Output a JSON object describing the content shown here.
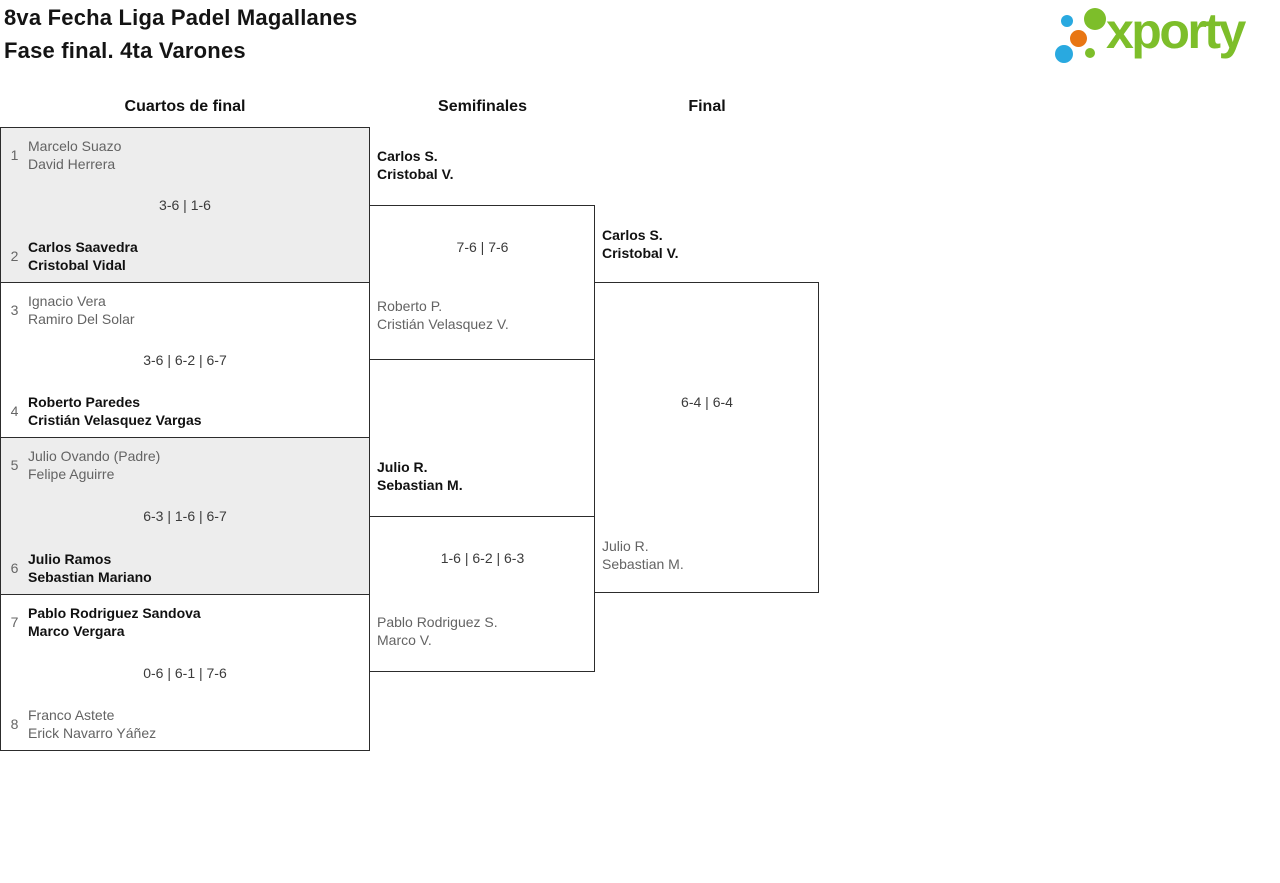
{
  "header": {
    "title_line1": "8va Fecha Liga Padel Magallanes",
    "title_line2": "Fase final. 4ta Varones",
    "logo_text": "xporty"
  },
  "round_headers": [
    "Cuartos de final",
    "Semifinales",
    "Final"
  ],
  "colors": {
    "logo_green": "#7dbe2a",
    "logo_blue": "#29a9e0",
    "logo_orange": "#e87613",
    "box_border": "#2c2c2c",
    "box_alt_background": "#ededed",
    "winner_text": "#111111",
    "loser_text": "#636363",
    "score_text": "#3b3b3b"
  },
  "bracket": {
    "quarterfinals": [
      {
        "seed_top": "1",
        "team_top_line1": "Marcelo Suazo",
        "team_top_line2": "David Herrera",
        "team_top_winner": false,
        "score": "3-6 | 1-6",
        "seed_bottom": "2",
        "team_bottom_line1": "Carlos Saavedra",
        "team_bottom_line2": "Cristobal Vidal",
        "team_bottom_winner": true
      },
      {
        "seed_top": "3",
        "team_top_line1": "Ignacio Vera",
        "team_top_line2": "Ramiro Del Solar",
        "team_top_winner": false,
        "score": "3-6 | 6-2 | 6-7",
        "seed_bottom": "4",
        "team_bottom_line1": "Roberto Paredes",
        "team_bottom_line2": "Cristián Velasquez Vargas",
        "team_bottom_winner": true
      },
      {
        "seed_top": "5",
        "team_top_line1": "Julio Ovando (Padre)",
        "team_top_line2": "Felipe Aguirre",
        "team_top_winner": false,
        "score": "6-3 | 1-6 | 6-7",
        "seed_bottom": "6",
        "team_bottom_line1": "Julio Ramos",
        "team_bottom_line2": "Sebastian Mariano",
        "team_bottom_winner": true
      },
      {
        "seed_top": "7",
        "team_top_line1": "Pablo Rodriguez Sandova",
        "team_top_line2": "Marco Vergara",
        "team_top_winner": true,
        "score": "0-6 | 6-1 | 7-6",
        "seed_bottom": "8",
        "team_bottom_line1": "Franco Astete",
        "team_bottom_line2": "Erick Navarro Yáñez",
        "team_bottom_winner": false
      }
    ],
    "semifinals": [
      {
        "team_top_line1": "Carlos S.",
        "team_top_line2": "Cristobal V.",
        "team_top_winner": true,
        "score": "7-6 | 7-6",
        "team_bottom_line1": "Roberto P.",
        "team_bottom_line2": "Cristián Velasquez V.",
        "team_bottom_winner": false
      },
      {
        "team_top_line1": "Julio R.",
        "team_top_line2": "Sebastian M.",
        "team_top_winner": true,
        "score": "1-6 | 6-2 | 6-3",
        "team_bottom_line1": "Pablo Rodriguez S.",
        "team_bottom_line2": "Marco V.",
        "team_bottom_winner": false
      }
    ],
    "final": {
      "team_top_line1": "Carlos S.",
      "team_top_line2": "Cristobal V.",
      "team_top_winner": true,
      "score": "6-4 | 6-4",
      "team_bottom_line1": "Julio R.",
      "team_bottom_line2": "Sebastian M.",
      "team_bottom_winner": false
    }
  }
}
